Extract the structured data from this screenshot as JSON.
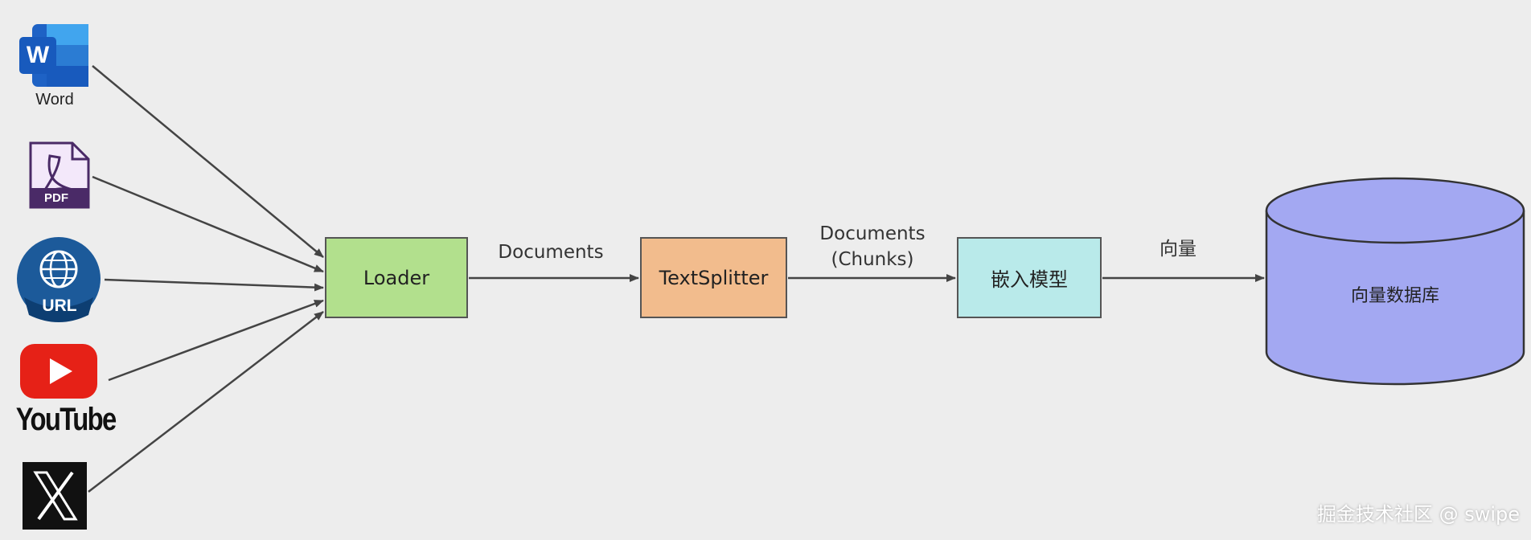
{
  "sources": {
    "word_label": "Word",
    "word_letter": "W",
    "pdf_label": "PDF",
    "url_label": "URL",
    "youtube_label": "YouTube",
    "x_letter": "X"
  },
  "nodes": {
    "loader": "Loader",
    "splitter": "TextSplitter",
    "embedding_model": "嵌入模型",
    "vector_db": "向量数据库"
  },
  "edges": {
    "loader_to_splitter": "Documents",
    "splitter_to_embedding_line1": "Documents",
    "splitter_to_embedding_line2": "(Chunks)",
    "embedding_to_db": "向量"
  },
  "watermark": "掘金技术社区 @ swipe",
  "colors": {
    "background": "#ededed",
    "loader_fill": "#b2e08d",
    "splitter_fill": "#f2bc8d",
    "embedding_fill": "#b9eaea",
    "db_fill": "#a3a8f2",
    "arrow": "#444444"
  }
}
